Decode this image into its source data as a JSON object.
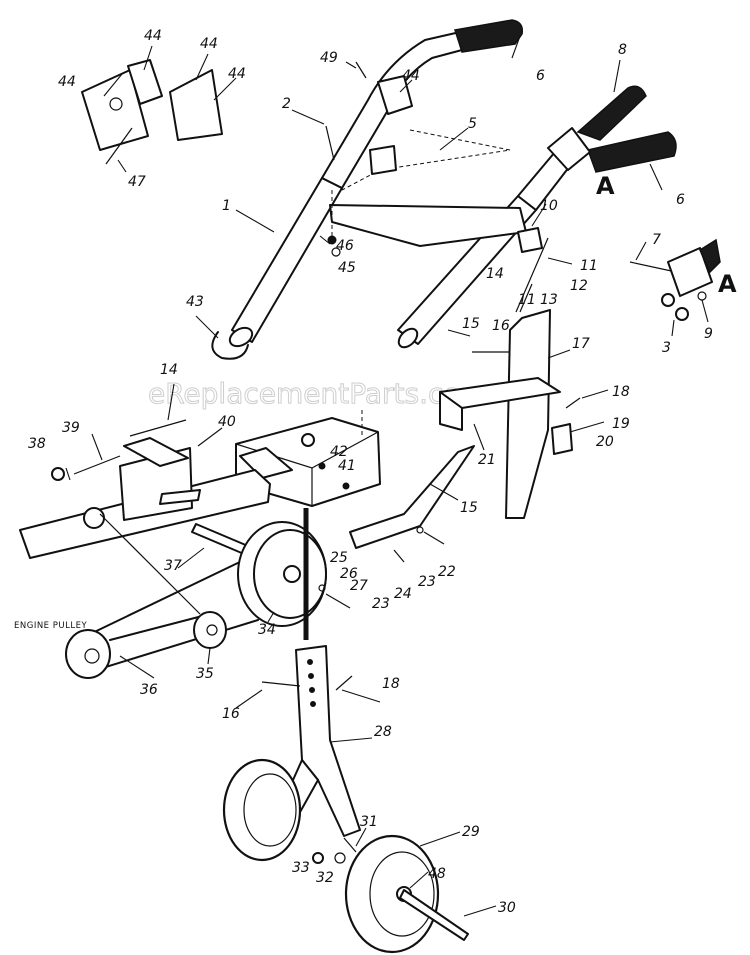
{
  "watermark": "eReplacementParts.com",
  "engine_label": "ENGINE PULLEY",
  "callout_A": "A",
  "callouts": {
    "c1": "1",
    "c2": "2",
    "c3": "3",
    "c5": "5",
    "c6a": "6",
    "c6b": "6",
    "c7": "7",
    "c8": "8",
    "c9": "9",
    "c10": "10",
    "c11a": "11",
    "c11b": "11",
    "c12": "12",
    "c13": "13",
    "c14a": "14",
    "c14b": "14",
    "c15a": "15",
    "c15b": "15",
    "c16a": "16",
    "c16b": "16",
    "c17": "17",
    "c18a": "18",
    "c18b": "18",
    "c19": "19",
    "c20": "20",
    "c21": "21",
    "c22": "22",
    "c23a": "23",
    "c23b": "23",
    "c24": "24",
    "c25": "25",
    "c26": "26",
    "c27": "27",
    "c28": "28",
    "c29": "29",
    "c30": "30",
    "c31": "31",
    "c32": "32",
    "c33": "33",
    "c34": "34",
    "c35": "35",
    "c36": "36",
    "c37": "37",
    "c38": "38",
    "c39": "39",
    "c40": "40",
    "c41": "41",
    "c42": "42",
    "c43": "43",
    "c44a": "44",
    "c44b": "44",
    "c44c": "44",
    "c44d": "44",
    "c44e": "44",
    "c45": "45",
    "c46": "46",
    "c47": "47",
    "c48": "48",
    "c49": "49"
  },
  "colors": {
    "ink": "#111111",
    "watermark": "#c9c9c9",
    "background": "#ffffff"
  }
}
